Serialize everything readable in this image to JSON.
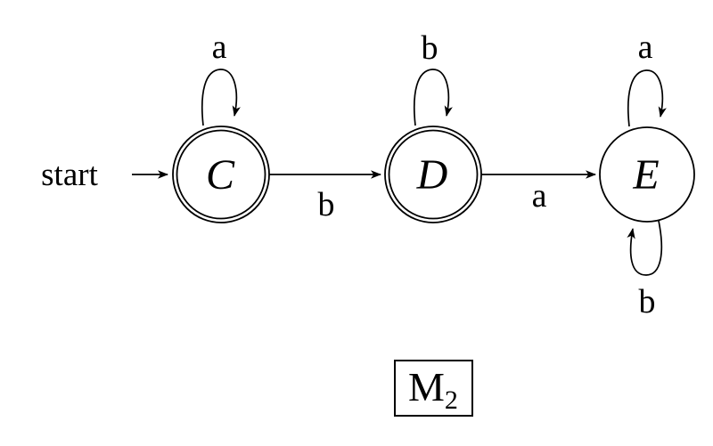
{
  "diagram": {
    "type": "finite-state-machine",
    "machine_label": "M",
    "machine_subscript": "2",
    "start_label": "start",
    "states": [
      {
        "name": "C",
        "accepting": true
      },
      {
        "name": "D",
        "accepting": true
      },
      {
        "name": "E",
        "accepting": false
      }
    ],
    "transitions": [
      {
        "from": "C",
        "to": "C",
        "label": "a",
        "kind": "self-loop-top"
      },
      {
        "from": "C",
        "to": "D",
        "label": "b",
        "kind": "straight"
      },
      {
        "from": "D",
        "to": "D",
        "label": "b",
        "kind": "self-loop-top"
      },
      {
        "from": "D",
        "to": "E",
        "label": "a",
        "kind": "straight"
      },
      {
        "from": "E",
        "to": "E",
        "label": "a",
        "kind": "self-loop-top"
      },
      {
        "from": "E",
        "to": "E",
        "label": "b",
        "kind": "self-loop-bottom"
      }
    ],
    "colors": {
      "stroke": "#000000",
      "background": "#ffffff"
    }
  }
}
